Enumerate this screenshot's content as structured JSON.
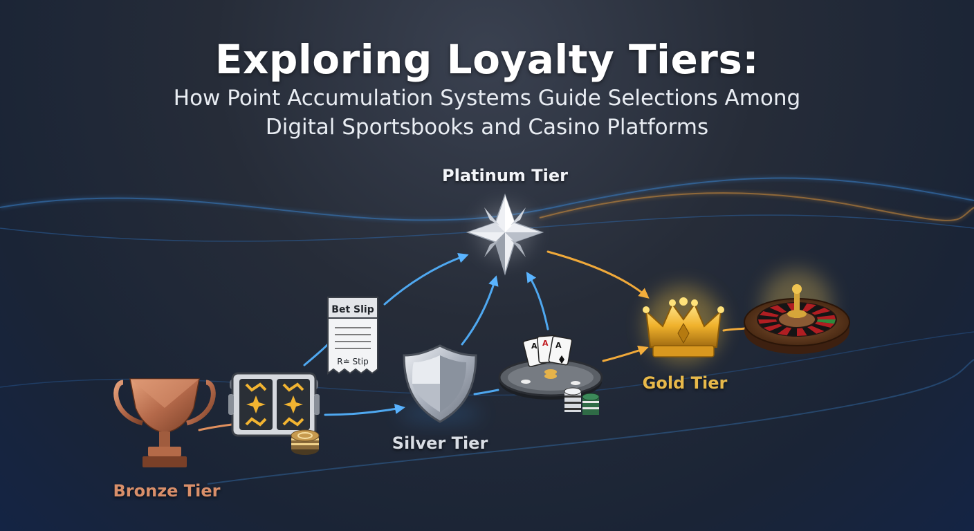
{
  "header": {
    "title": "Exploring Loyalty Tiers:",
    "subtitle_line1": "How Point Accumulation Systems Guide Selections Among",
    "subtitle_line2": "Digital Sportsbooks and Casino Platforms"
  },
  "tiers": {
    "platinum": "Platinum Tier",
    "gold": "Gold Tier",
    "silver": "Silver Tier",
    "bronze": "Bronze Tier"
  },
  "bet_slip": {
    "title": "Bet Slip",
    "footer": "R≐ Stip"
  },
  "icons": {
    "bronze": "bronze-trophy-icon",
    "slot": "slot-machine-icon",
    "chips": "casino-chips-icon",
    "slip": "bet-slip-icon",
    "silver": "silver-shield-icon",
    "poker": "poker-table-icon",
    "platinum": "platinum-star-icon",
    "gold": "gold-crown-icon",
    "roulette": "roulette-wheel-icon"
  },
  "colors": {
    "bronze": "#c9835e",
    "silver": "#c7ccd6",
    "gold": "#f1b43a",
    "platinum": "#e6e9ef",
    "blue_arrow": "#49a6f0",
    "orange_arrow": "#f0a93a"
  }
}
